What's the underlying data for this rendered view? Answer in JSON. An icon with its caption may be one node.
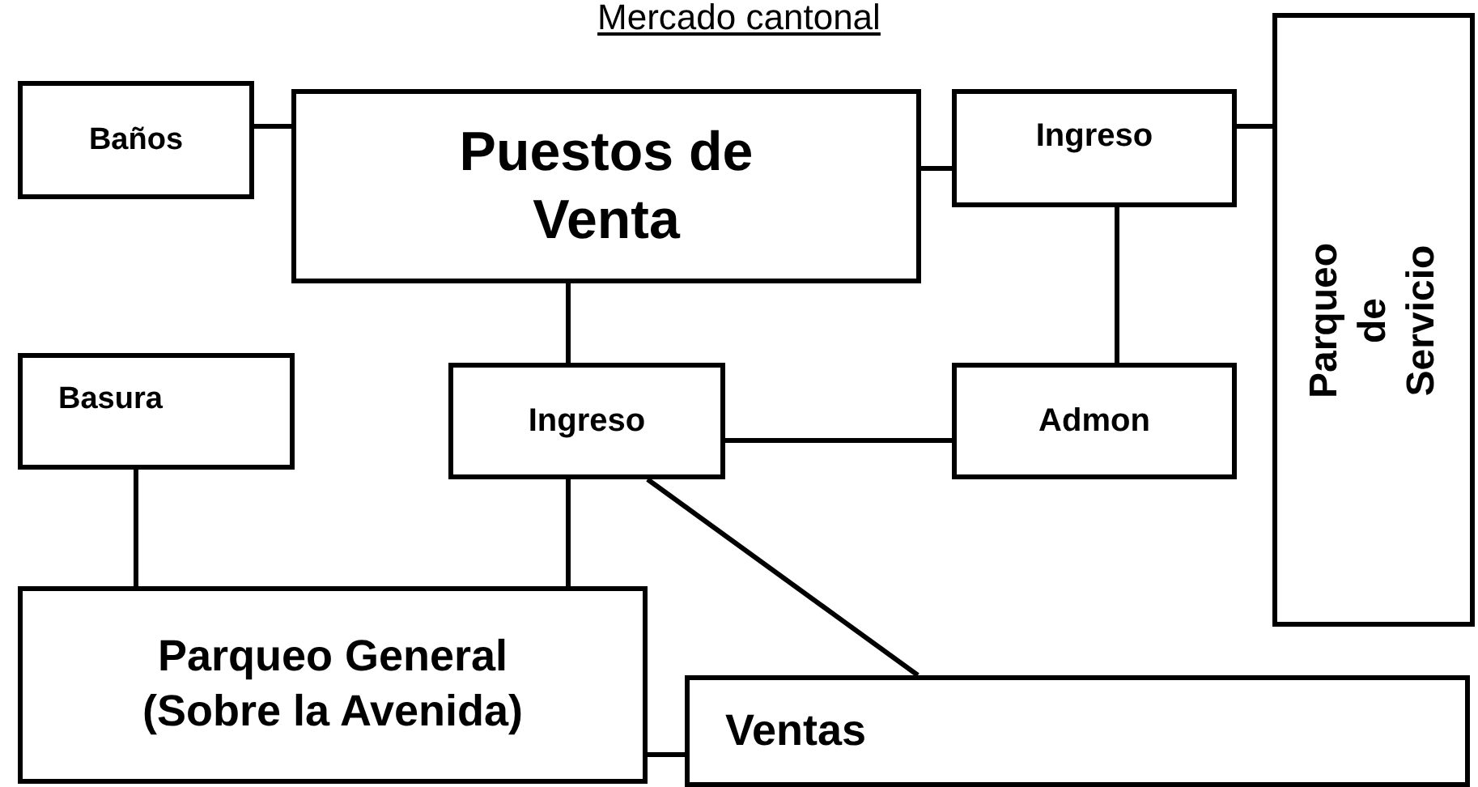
{
  "diagram": {
    "title": "Mercado cantonal",
    "nodes": [
      {
        "text": [
          "Baños"
        ]
      },
      {
        "text": [
          "Puestos de Venta"
        ]
      },
      {
        "text": [
          "Ingreso"
        ]
      },
      {
        "text": [
          "Parqueo de Servicio"
        ]
      },
      {
        "text": [
          "Basura"
        ]
      },
      {
        "text": [
          "Ingreso"
        ]
      },
      {
        "text": [
          "Admon"
        ]
      },
      {
        "text": [
          "Parqueo General (Sobre la Avenida)"
        ]
      },
      {
        "text": [
          "Ventas"
        ]
      }
    ],
    "edges": [
      {
        "from": 0,
        "to": 1,
        "arrow": "none"
      },
      {
        "from": 1,
        "to": 2,
        "arrow": "none"
      },
      {
        "from": 2,
        "to": 3,
        "arrow": "none"
      },
      {
        "from": 1,
        "to": 5,
        "arrow": "none"
      },
      {
        "from": 2,
        "to": 6,
        "arrow": "none"
      },
      {
        "from": 5,
        "to": 6,
        "arrow": "none"
      },
      {
        "from": 4,
        "to": 7,
        "arrow": "none"
      },
      {
        "from": 5,
        "to": 7,
        "arrow": "none"
      },
      {
        "from": 5,
        "to": 8,
        "arrow": "none"
      },
      {
        "from": 7,
        "to": 8,
        "arrow": "none"
      }
    ]
  }
}
